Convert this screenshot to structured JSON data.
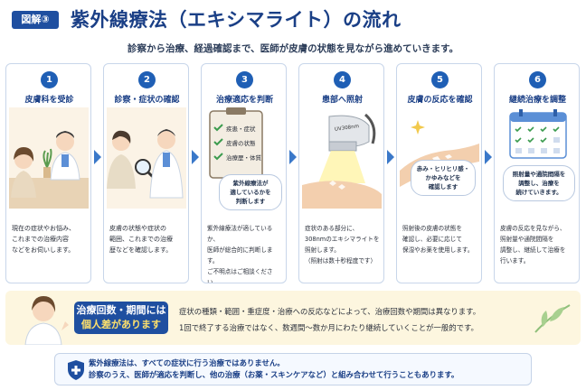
{
  "header": {
    "figure_label": "図解③",
    "title": "紫外線療法（エキシマライト）の流れ",
    "subtitle": "診察から治療、経過確認まで、医師が皮膚の状態を見ながら進めていきます。"
  },
  "steps": [
    {
      "num": "1",
      "title": "皮膚科を受診",
      "desc": [
        "現在の症状やお悩み、",
        "これまでの治療内容",
        "などをお伺いします。"
      ]
    },
    {
      "num": "2",
      "title": "診察・症状の確認",
      "desc": [
        "皮膚の状態や症状の",
        "範囲、これまでの治療",
        "歴などを確認します。"
      ]
    },
    {
      "num": "3",
      "title": "治療適応を判断",
      "desc": [
        "紫外線療法が適しているか、",
        "医師が総合的に判断します。",
        "ご不明点はご相談ください。"
      ],
      "checklist": [
        "疾患・症状",
        "皮膚の状態",
        "治療歴・体質"
      ],
      "bubble": [
        "紫外線療法が",
        "適しているかを",
        "判断します"
      ]
    },
    {
      "num": "4",
      "title": "患部へ照射",
      "desc": [
        "症状のある部分に、",
        "308nmのエキシマライトを",
        "照射します。",
        "（照射は数十秒程度です）"
      ],
      "device_label": "UV308nm"
    },
    {
      "num": "5",
      "title": "皮膚の反応を確認",
      "desc": [
        "照射後の皮膚の状態を",
        "確認し、必要に応じて",
        "保湿やお薬を使用します。"
      ],
      "bubble": [
        "赤み・ヒリヒリ感・",
        "かゆみなどを",
        "確認します"
      ]
    },
    {
      "num": "6",
      "title": "継続治療を調整",
      "desc": [
        "皮膚の反応を見ながら、",
        "照射量や通院間隔を",
        "調整し、継続して治療を",
        "行います。"
      ],
      "bubble": [
        "照射量や通院間隔を",
        "調整し、治療を",
        "続けていきます。"
      ]
    }
  ],
  "note": {
    "label_line1": "治療回数・期間には",
    "label_line2": "個人差があります",
    "text_line1": "症状の種類・範囲・重症度・治療への反応などによって、治療回数や期間は異なります。",
    "text_line2": "1回で終了する治療ではなく、数週間〜数か月にわたり継続していくことが一般的です。"
  },
  "footer": {
    "line1": "紫外線療法は、すべての症状に行う治療ではありません。",
    "line2": "診察のうえ、医師が適応を判断し、他の治療（お薬・スキンケアなど）と組み合わせて行うこともあります。"
  },
  "colors": {
    "primary": "#1f4fa0",
    "accent_yellow": "#ffe16b",
    "note_bg": "#fdf6df",
    "check_green": "#3a9b4e"
  }
}
